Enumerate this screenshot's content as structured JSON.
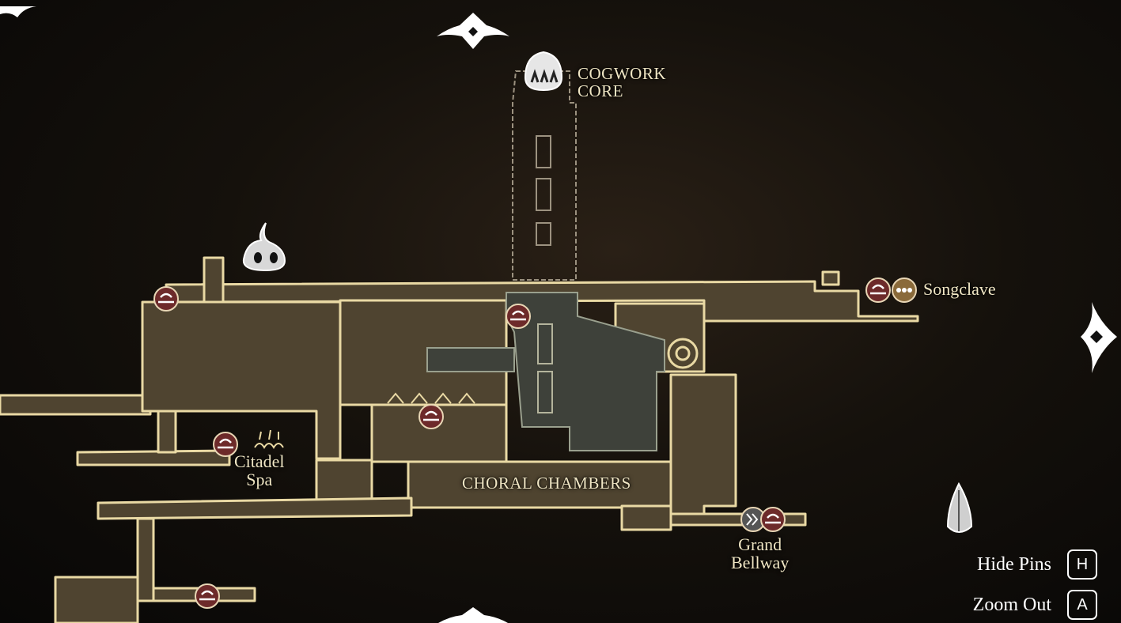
{
  "map": {
    "areas": {
      "cogwork_core": [
        "COGWORK",
        "CORE"
      ],
      "songclave": "Songclave",
      "citadel_spa": [
        "Citadel",
        "Spa"
      ],
      "choral_chambers": "CHORAL CHAMBERS",
      "grand_bellway": [
        "Grand",
        "Bellway"
      ]
    }
  },
  "controls": {
    "hide_pins": {
      "label": "Hide Pins",
      "key": "H"
    },
    "zoom_out": {
      "label": "Zoom Out",
      "key": "A"
    }
  },
  "colors": {
    "room_fill": "#5a4e36",
    "room_outline": "#e9d9a4",
    "pin_bench": "#7a2f2f",
    "pin_bench_ring": "#e8d6b5"
  },
  "icons": [
    "bench-pin-icon",
    "vendor-pin-icon",
    "bellway-pin-icon",
    "compass-icon",
    "direction-arrow-icon"
  ]
}
